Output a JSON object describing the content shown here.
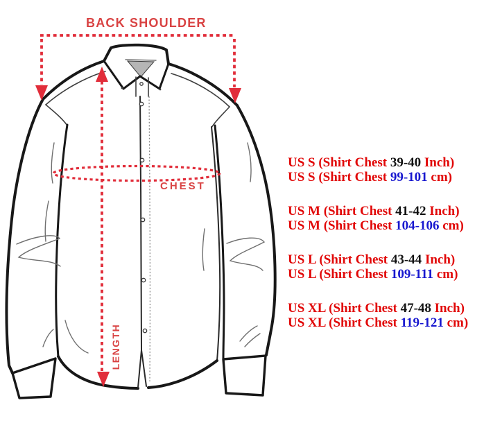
{
  "annotations": {
    "back_shoulder": "BACK SHOULDER",
    "chest": "CHEST",
    "length": "LENGTH"
  },
  "size_chart": [
    {
      "size": "US S",
      "inch": {
        "lead": "US S (Shirt Chest ",
        "value": "39-40",
        "tail": " Inch)"
      },
      "cm": {
        "lead": "US S (Shirt Chest ",
        "value": "99-101",
        "tail": " cm)"
      }
    },
    {
      "size": "US M",
      "inch": {
        "lead": "US M (Shirt Chest ",
        "value": "41-42",
        "tail": " Inch)"
      },
      "cm": {
        "lead": "US M (Shirt Chest ",
        "value": "104-106",
        "tail": " cm)"
      }
    },
    {
      "size": "US L",
      "inch": {
        "lead": "US L (Shirt Chest ",
        "value": "43-44",
        "tail": " Inch)"
      },
      "cm": {
        "lead": "US L (Shirt Chest ",
        "value": "109-111",
        "tail": " cm)"
      }
    },
    {
      "size": "US XL",
      "inch": {
        "lead": "US XL (Shirt Chest ",
        "value": "47-48",
        "tail": " Inch)"
      },
      "cm": {
        "lead": "US XL (Shirt Chest ",
        "value": "119-121",
        "tail": " cm)"
      }
    }
  ],
  "colors": {
    "dash": "#e12d3a",
    "label": "#d94343",
    "red": "#e10707",
    "inch": "#121212",
    "cm": "#1717cf",
    "ink": "#181818"
  }
}
